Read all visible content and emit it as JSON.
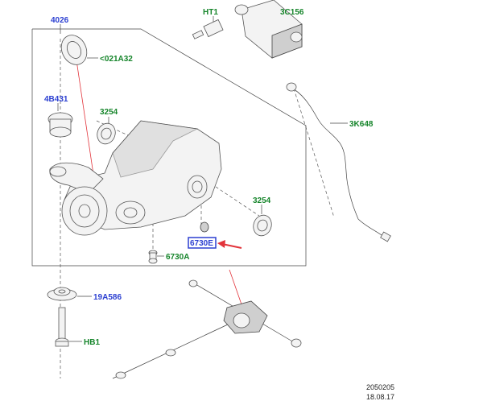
{
  "labels": {
    "l4026": "4026",
    "lHT1": "HT1",
    "l3C156": "3C156",
    "l021A32": "<021A32",
    "l4B431": "4B431",
    "l3254a": "3254",
    "l3K648": "3K648",
    "l3254b": "3254",
    "l6730E": "6730E",
    "l6730A": "6730A",
    "l19A586": "19A586",
    "lHB1": "HB1",
    "ref1": "2050205",
    "ref2": "18.08.17"
  },
  "colors": {
    "callout_blue": "#2b3fd1",
    "callout_green": "#16852b",
    "highlight_red": "#e2333a"
  }
}
